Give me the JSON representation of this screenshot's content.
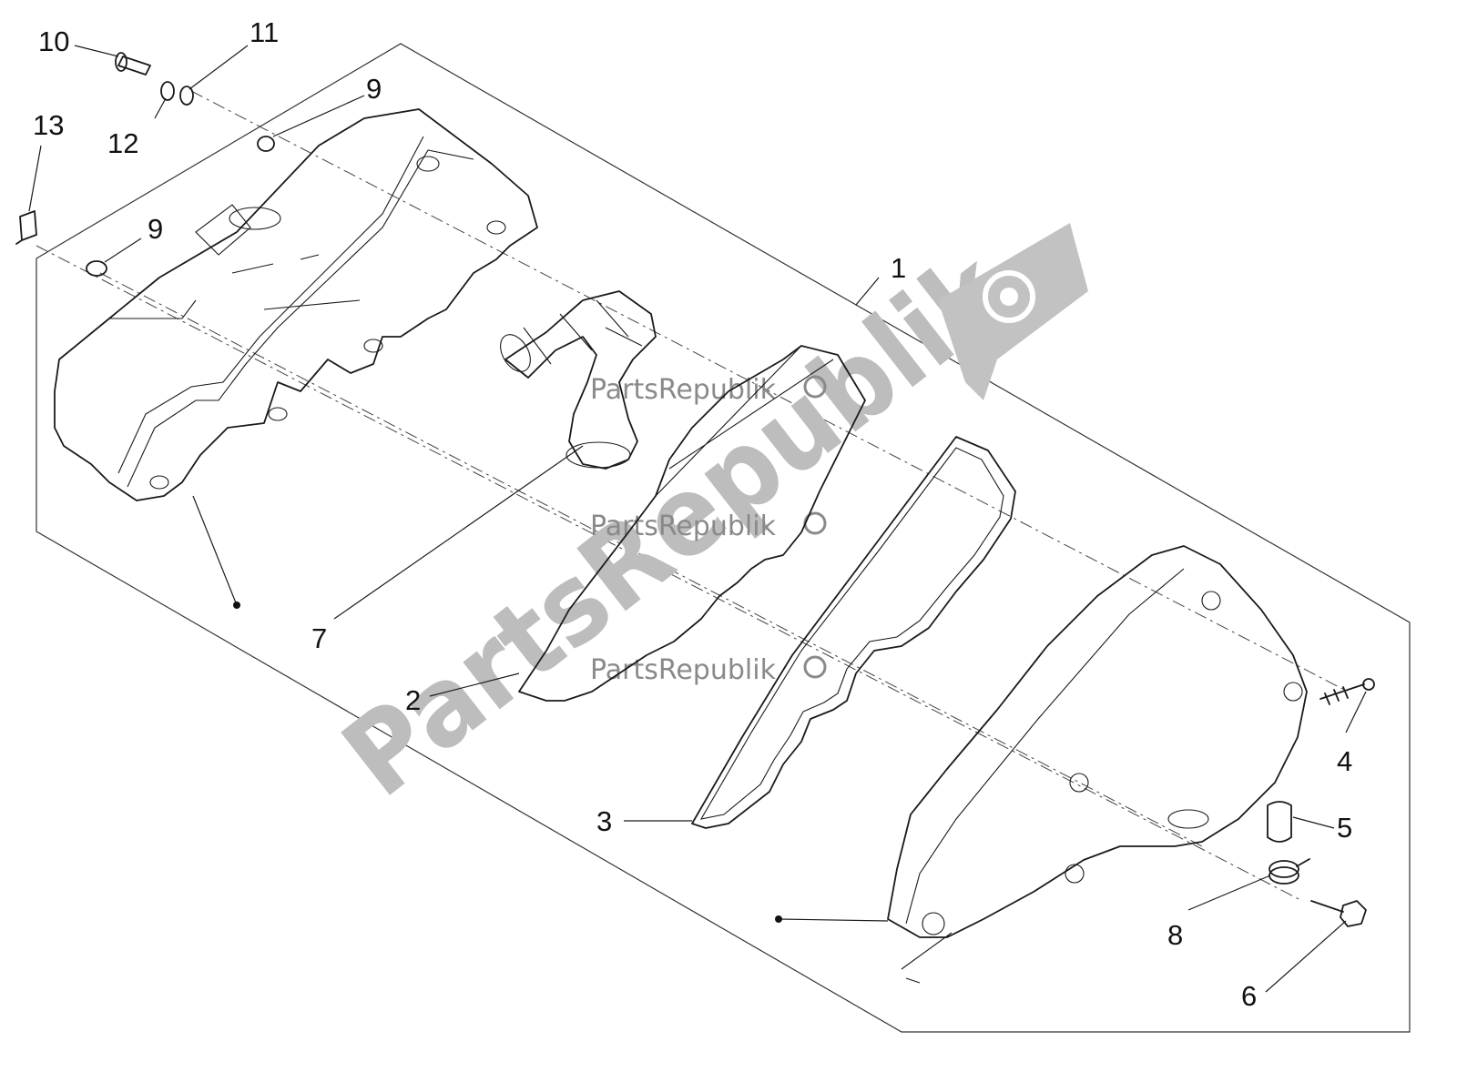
{
  "watermark": {
    "brand": "PartsRepublik",
    "large_text": "PartsRepublik",
    "small_texts": [
      "PartsRepublik",
      "PartsRepublik",
      "PartsRepublik"
    ],
    "logo_icon": "gear-flag-icon"
  },
  "callouts": [
    {
      "id": "1",
      "label": "1"
    },
    {
      "id": "2",
      "label": "2"
    },
    {
      "id": "3",
      "label": "3"
    },
    {
      "id": "4",
      "label": "4"
    },
    {
      "id": "5",
      "label": "5"
    },
    {
      "id": "6",
      "label": "6"
    },
    {
      "id": "7",
      "label": "7"
    },
    {
      "id": "8",
      "label": "8"
    },
    {
      "id": "9a",
      "label": "9"
    },
    {
      "id": "9b",
      "label": "9"
    },
    {
      "id": "10",
      "label": "10"
    },
    {
      "id": "11",
      "label": "11"
    },
    {
      "id": "12",
      "label": "12"
    },
    {
      "id": "13",
      "label": "13"
    }
  ],
  "colors": {
    "line": "#1a1a1a",
    "watermark": "#bdbdbd",
    "background": "#ffffff"
  }
}
